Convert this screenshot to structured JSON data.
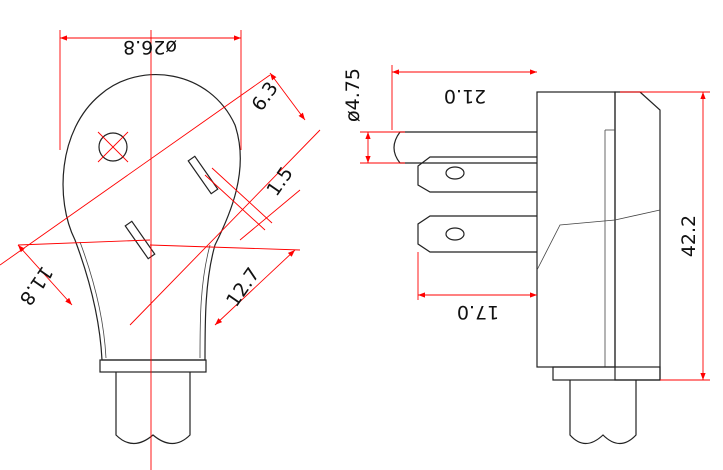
{
  "dimensions": {
    "diameter_face": "ø26.8",
    "blade_width": "6.3",
    "blade_thickness": "1.5",
    "blade_spacing": "12.7",
    "ground_offset": "11.8",
    "ground_pin_diameter": "ø4.75",
    "ground_pin_length": "21.0",
    "blade_length": "17.0",
    "body_height": "42.2"
  },
  "colors": {
    "outline": "#222222",
    "dimension": "#ff0000"
  }
}
